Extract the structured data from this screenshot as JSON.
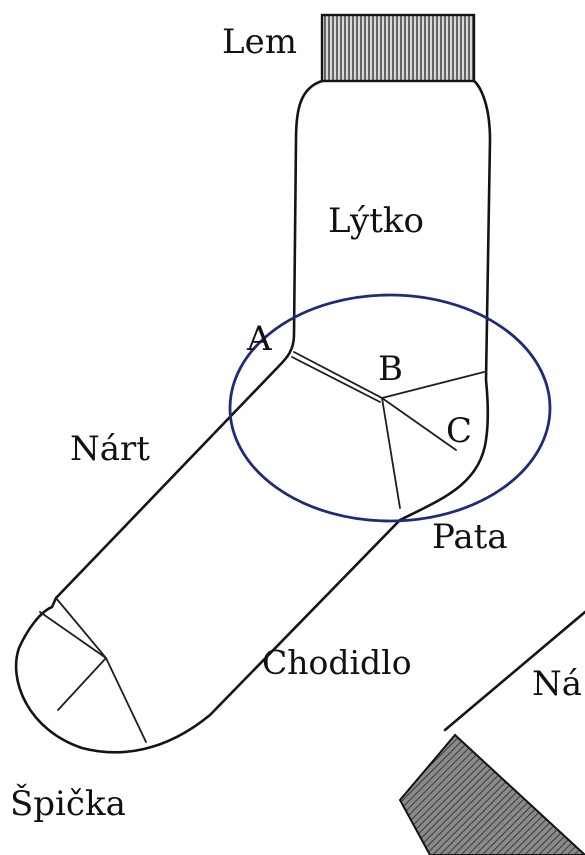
{
  "labels": {
    "cuff": "Lem",
    "leg": "Lýtko",
    "point_a": "A",
    "point_b": "B",
    "point_c": "C",
    "instep": "Nárt",
    "heel": "Pata",
    "sole": "Chodidlo",
    "toe": "Špička",
    "cut_off": "Ná"
  },
  "colors": {
    "ink": "#141414",
    "highlight_ellipse": "#1f2a7a",
    "hatch": "#555555",
    "background": "#ffffff"
  }
}
